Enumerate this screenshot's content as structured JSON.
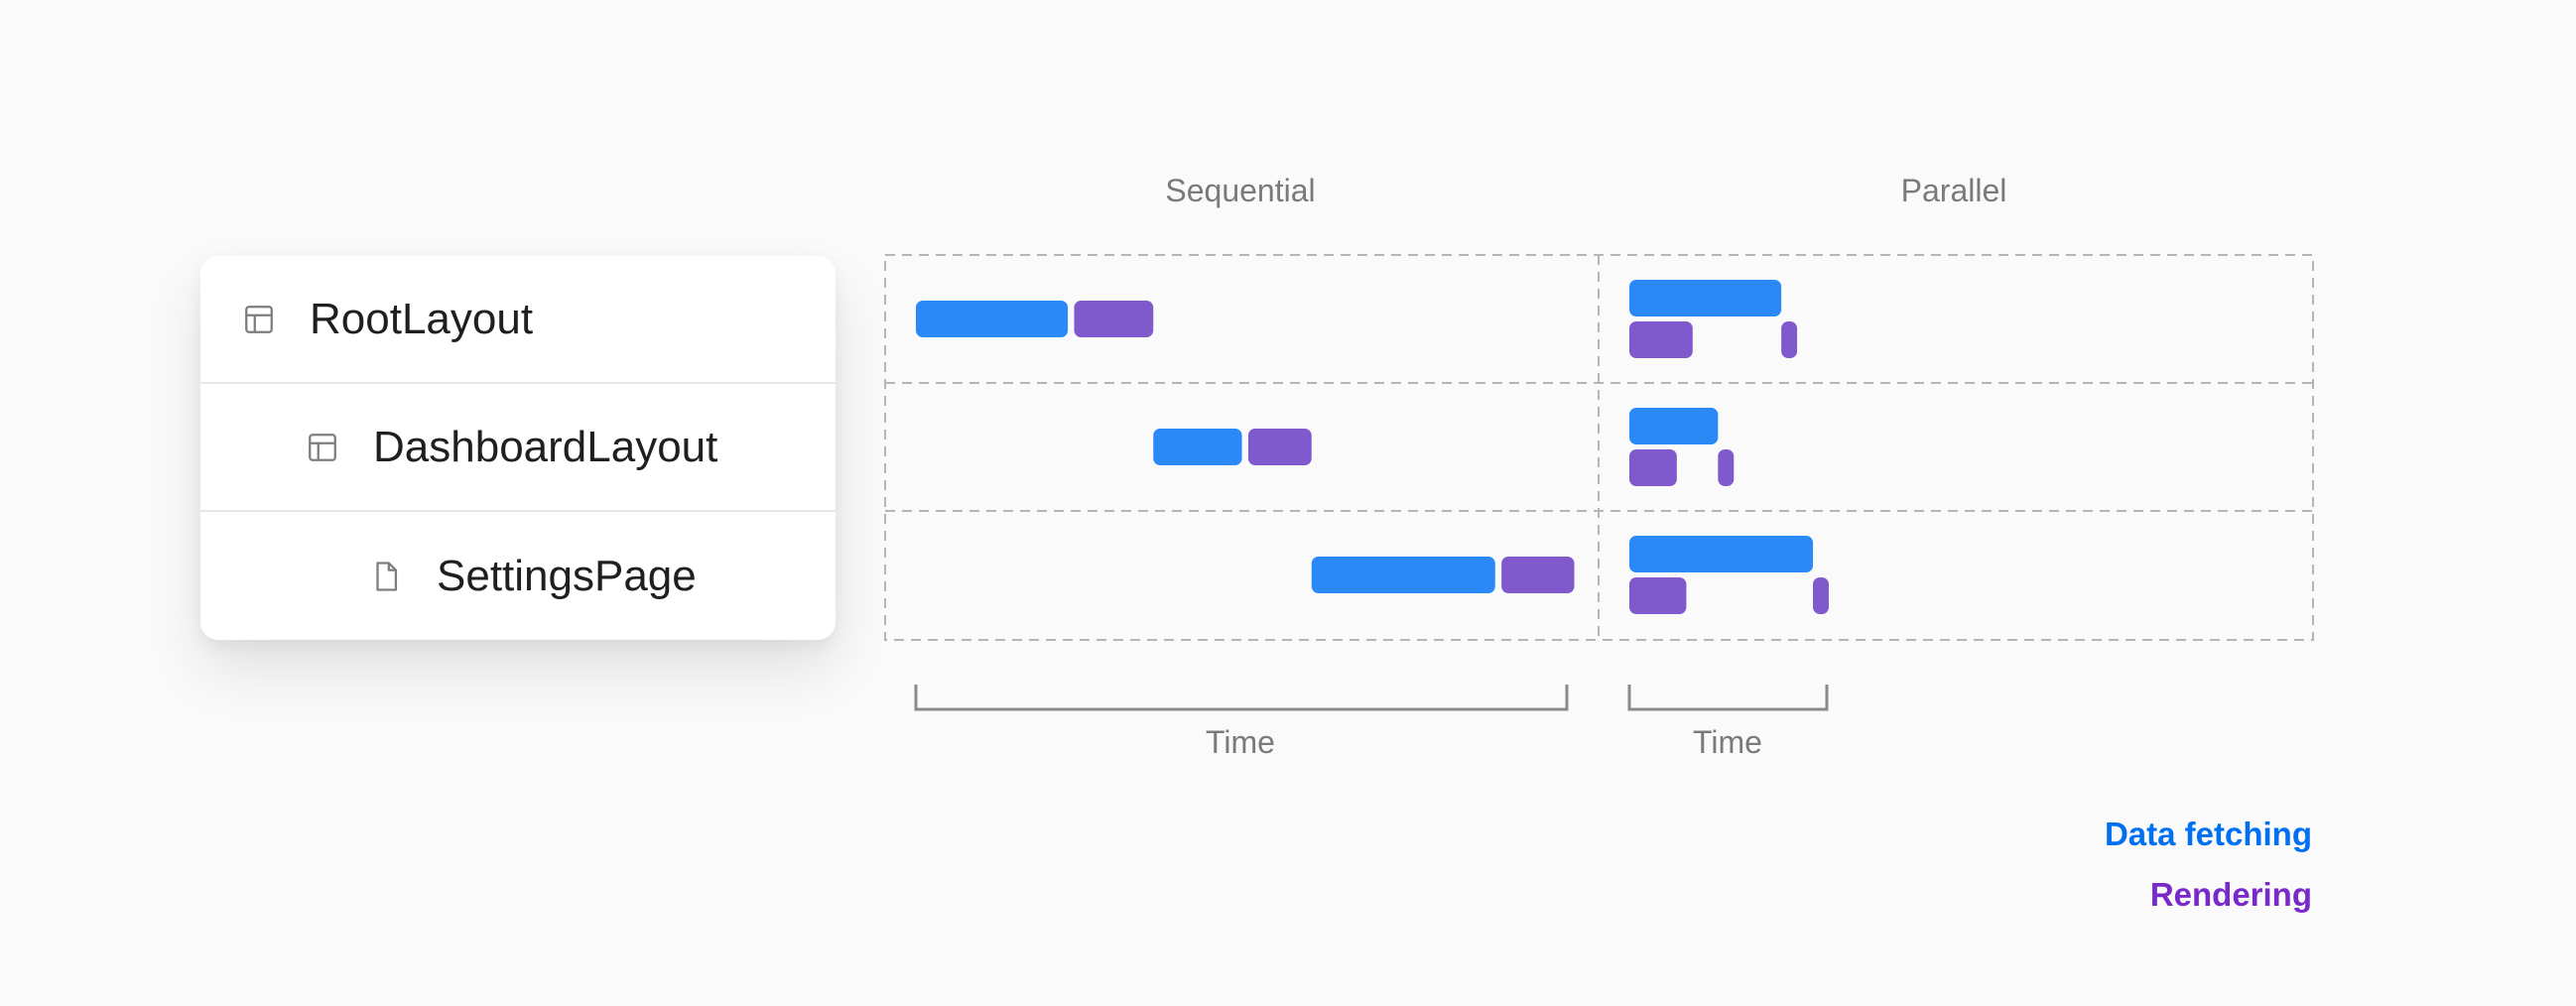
{
  "tree": {
    "items": [
      {
        "label": "RootLayout",
        "icon": "layout-icon"
      },
      {
        "label": "DashboardLayout",
        "icon": "layout-icon"
      },
      {
        "label": "SettingsPage",
        "icon": "page-icon"
      }
    ]
  },
  "columns": {
    "sequential": {
      "title": "Sequential",
      "axis_label": "Time"
    },
    "parallel": {
      "title": "Parallel",
      "axis_label": "Time"
    }
  },
  "legend": {
    "fetching": {
      "label": "Data fetching",
      "color": "#0070f3"
    },
    "rendering": {
      "label": "Rendering",
      "color": "#7928ca"
    }
  },
  "colors": {
    "fetch_bar": "#2b88f7",
    "render_bar": "#8059cd",
    "grid_dash": "#b5b5b5",
    "bracket": "#8a8a8a"
  },
  "chart_data": {
    "type": "timeline",
    "rows": [
      "RootLayout",
      "DashboardLayout",
      "SettingsPage"
    ],
    "sequential": [
      {
        "row": 0,
        "fetch": [
          0.0,
          2.4
        ],
        "render": [
          2.5,
          3.75
        ]
      },
      {
        "row": 1,
        "fetch": [
          3.75,
          5.15
        ],
        "render": [
          5.25,
          6.25
        ]
      },
      {
        "row": 2,
        "fetch": [
          6.25,
          9.15
        ],
        "render": [
          9.25,
          10.4
        ]
      }
    ],
    "parallel": [
      {
        "row": 0,
        "fetch": [
          0.0,
          2.4
        ],
        "render_start": [
          0.0,
          1.0
        ],
        "render_end": [
          2.4,
          2.65
        ]
      },
      {
        "row": 1,
        "fetch": [
          0.0,
          1.4
        ],
        "render_start": [
          0.0,
          0.75
        ],
        "render_end": [
          1.4,
          1.65
        ]
      },
      {
        "row": 2,
        "fetch": [
          0.0,
          2.9
        ],
        "render_start": [
          0.0,
          0.9
        ],
        "render_end": [
          2.9,
          3.15
        ]
      }
    ],
    "sequential_total": 10.4,
    "parallel_total": 3.15
  }
}
